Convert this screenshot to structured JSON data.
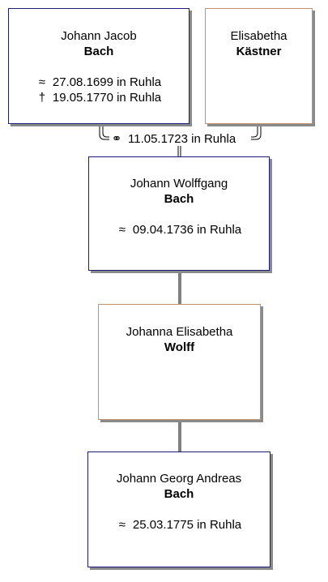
{
  "persons": [
    {
      "id": "johann-jacob",
      "given": "Johann Jacob",
      "surname": "Bach",
      "events": [
        {
          "symbol": "≈",
          "text": "27.08.1699 in Ruhla"
        },
        {
          "symbol": "†",
          "text": "19.05.1770 in Ruhla"
        }
      ]
    },
    {
      "id": "elisabetha",
      "given": "Elisabetha",
      "surname": "Kästner",
      "events": []
    },
    {
      "id": "johann-wolffgang",
      "given": "Johann Wolffgang",
      "surname": "Bach",
      "events": [
        {
          "symbol": "≈",
          "text": "09.04.1736 in Ruhla"
        }
      ]
    },
    {
      "id": "johanna-elisabetha",
      "given": "Johanna Elisabetha",
      "surname": "Wolff",
      "events": []
    },
    {
      "id": "johann-georg-andreas",
      "given": "Johann Georg Andreas",
      "surname": "Bach",
      "events": [
        {
          "symbol": "≈",
          "text": "25.03.1775 in Ruhla"
        }
      ]
    }
  ],
  "marriage": {
    "symbol": "⚭",
    "text": "11.05.1723 in Ruhla"
  },
  "colors": {
    "male_border": "#1c1c7a",
    "female_border": "#c4926a",
    "shadow": "#8a8a8a",
    "connector": "#000000"
  }
}
